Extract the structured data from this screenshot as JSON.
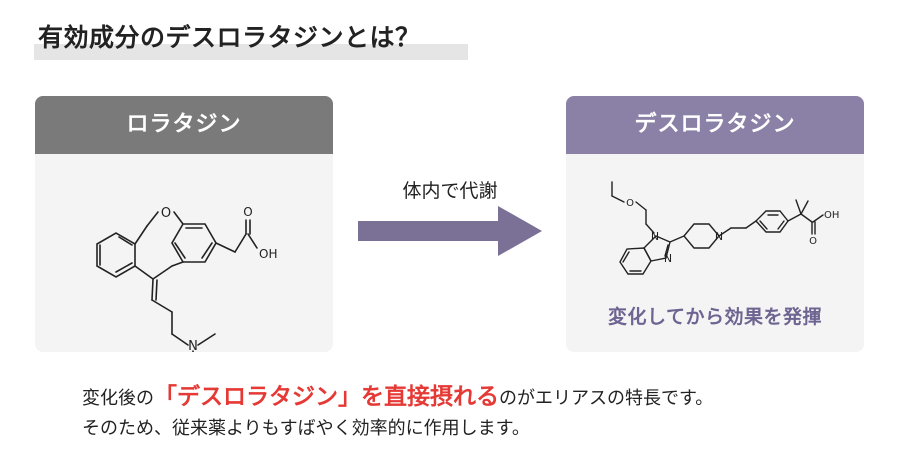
{
  "title": "有効成分のデスロラタジンとは？",
  "left_card": {
    "header": "ロラタジン",
    "atoms": {
      "o": "O",
      "oh": "OH",
      "o2": "O",
      "n": "N"
    }
  },
  "arrow": {
    "label": "体内で代謝"
  },
  "right_card": {
    "header": "デスロラタジン",
    "atoms": {
      "o": "O",
      "n1": "N",
      "n2": "N",
      "n3": "N",
      "o2": "O",
      "oh": "OH"
    },
    "caption": "変化してから効果を発揮"
  },
  "bottom": {
    "line1_pre": "変化後の",
    "line1_em": "「デスロラタジン」を直接摂れる",
    "line1_post": "のがエリアスの特長です。",
    "line2": "そのため、従来薬よりもすばやく効率的に作用します。"
  },
  "colors": {
    "left_header": "#7a7a7a",
    "right_header": "#8b80a6",
    "arrow": "#7b7196",
    "emphasis": "#e53935",
    "caption": "#6e6491"
  }
}
